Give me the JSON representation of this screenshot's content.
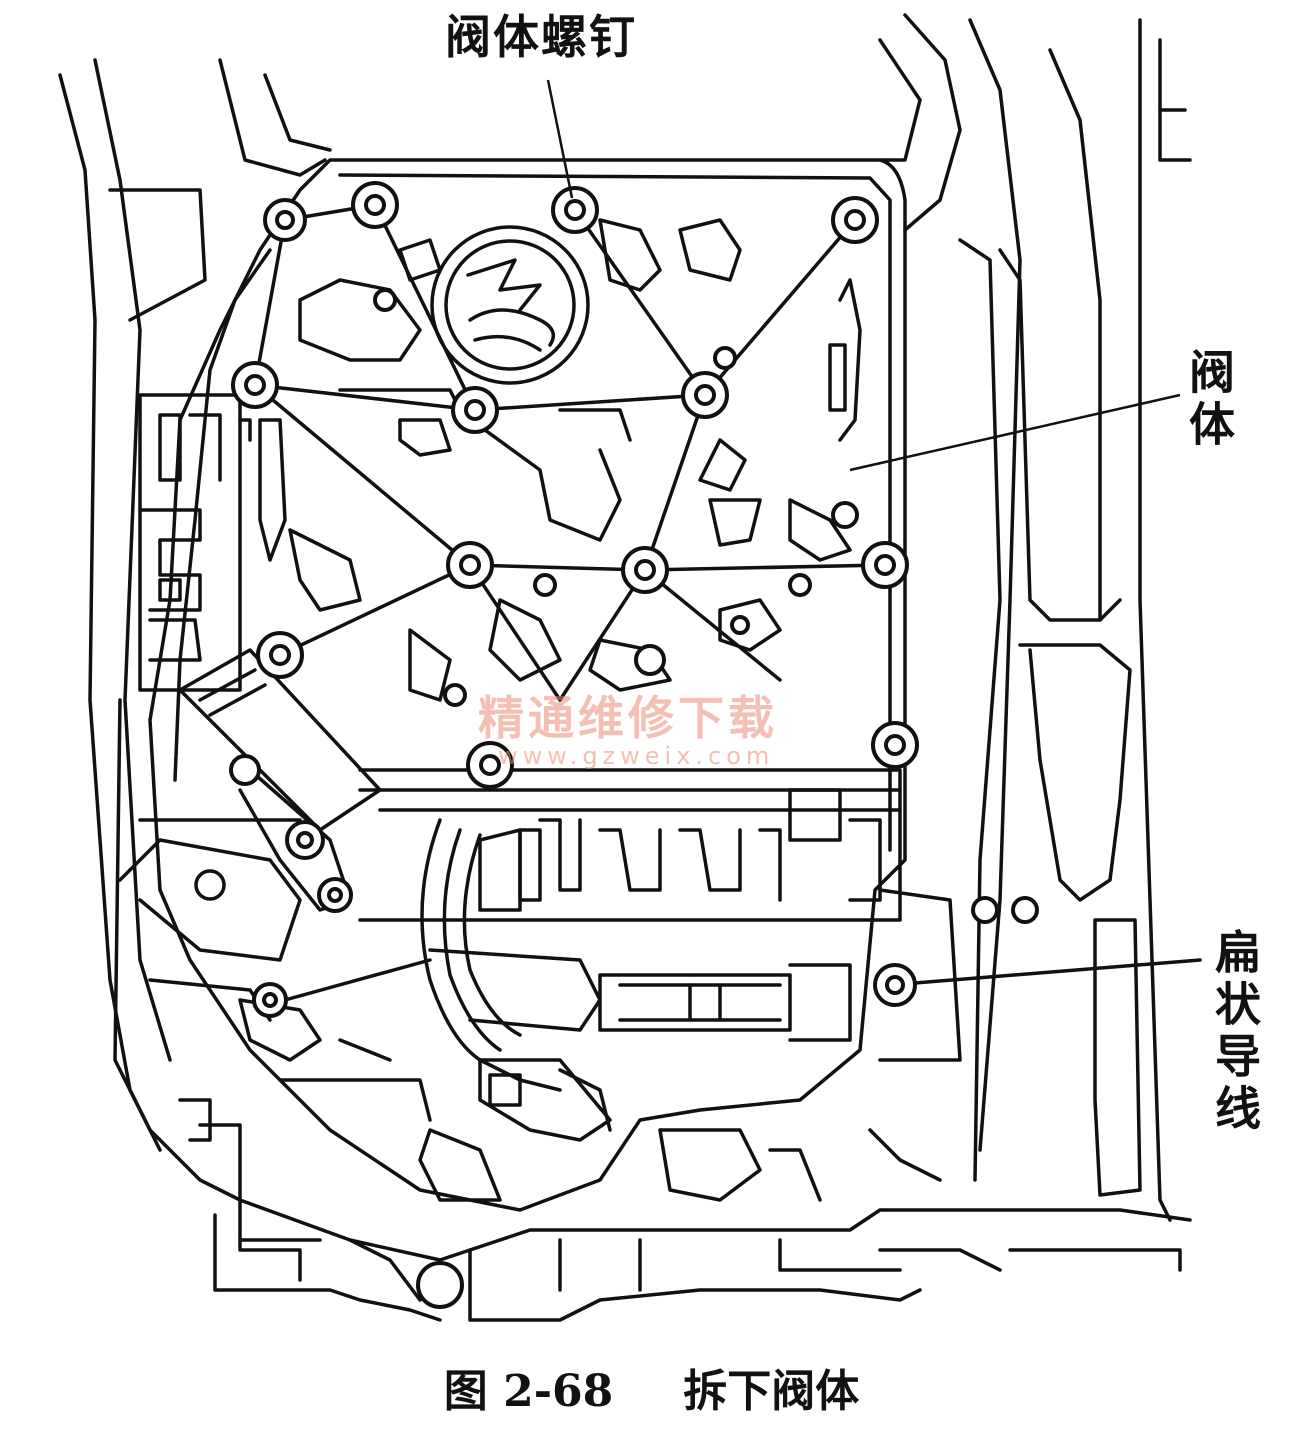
{
  "labels": {
    "valve_body_bolts": "阀体螺钉",
    "valve_body": "阀体",
    "flat_cable": "扁状导线"
  },
  "watermark": {
    "text": "精通维修下载",
    "url": "www.gzweix.com",
    "color": "#eb8c78"
  },
  "caption": {
    "figure_number": "图 2-68",
    "title": "拆下阀体"
  }
}
